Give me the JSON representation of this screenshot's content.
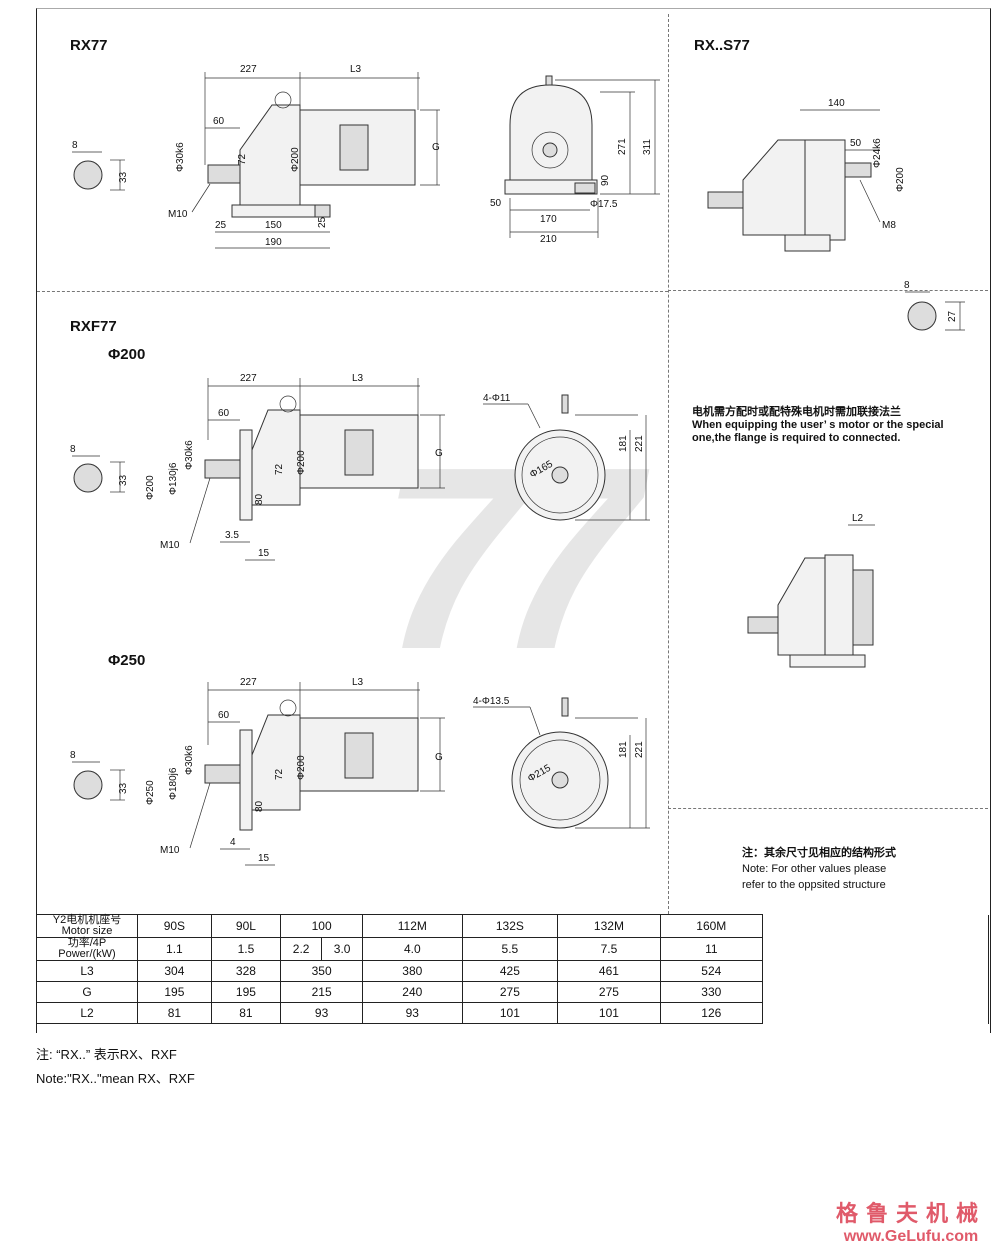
{
  "sections": {
    "rx77_title": "RX77",
    "rxs77_title": "RX..S77",
    "rxf77_title": "RXF77",
    "phi200": "Φ200",
    "phi250": "Φ250"
  },
  "rx77_dims": {
    "d227": "227",
    "l3": "L3",
    "d60": "60",
    "phi30k6": "Φ30k6",
    "d72": "72",
    "phi200": "Φ200",
    "g": "G",
    "d8": "8",
    "d33": "33",
    "m10": "M10",
    "d25a": "25",
    "d150": "150",
    "d25b": "25",
    "d190": "190",
    "d271": "271",
    "d311": "311",
    "d90": "90",
    "d50": "50",
    "d170": "170",
    "phi17_5": "Φ17.5",
    "d210": "210"
  },
  "rxs77_dims": {
    "d140": "140",
    "d50": "50",
    "phi24k6": "Φ24k6",
    "phi200": "Φ200",
    "m8": "M8",
    "d8": "8",
    "d27": "27",
    "l2": "L2"
  },
  "rxf200_dims": {
    "d227": "227",
    "l3": "L3",
    "d60": "60",
    "phi30k6": "Φ30k6",
    "phi200": "Φ200",
    "phi130j6": "Φ130j6",
    "d72": "72",
    "phi200b": "Φ200",
    "g": "G",
    "d8": "8",
    "d33": "33",
    "d80": "80",
    "m10": "M10",
    "d3_5": "3.5",
    "d15": "15",
    "holes": "4-Φ11",
    "d181": "181",
    "d221": "221",
    "phi165": "Φ165"
  },
  "rxf250_dims": {
    "d227": "227",
    "l3": "L3",
    "d60": "60",
    "phi30k6": "Φ30k6",
    "phi250": "Φ250",
    "phi180j6": "Φ180j6",
    "d72": "72",
    "phi200": "Φ200",
    "g": "G",
    "d8": "8",
    "d33": "33",
    "d80": "80",
    "m10": "M10",
    "d4": "4",
    "d15": "15",
    "holes": "4-Φ13.5",
    "d181": "181",
    "d221": "221",
    "phi215": "Φ215"
  },
  "notes": {
    "motor_cn": "电机需方配时或配特殊电机时需加联接法兰",
    "motor_en1": "When equipping the user’ s motor or the special",
    "motor_en2": "one,the flange is required to connected.",
    "other_cn": "注：其余尺寸见相应的结构形式",
    "other_en1": "Note: For other values please",
    "other_en2": "refer to the oppsited structure"
  },
  "watermark": "77",
  "table": {
    "row_motor_label_1": "Y2电机机座号",
    "row_motor_label_2": "Motor size",
    "row_power_label_1": "功率/4P",
    "row_power_label_2": "Power/(kW)",
    "motor_sizes": [
      "90S",
      "90L",
      "100",
      "112M",
      "132S",
      "132M",
      "160M"
    ],
    "power": [
      "1.1",
      "1.5",
      "2.2",
      "3.0",
      "4.0",
      "5.5",
      "7.5",
      "11"
    ],
    "rows": [
      {
        "label": "L3",
        "values": [
          "304",
          "328",
          "350",
          "380",
          "425",
          "461",
          "524"
        ]
      },
      {
        "label": "G",
        "values": [
          "195",
          "195",
          "215",
          "240",
          "275",
          "275",
          "330"
        ]
      },
      {
        "label": "L2",
        "values": [
          "81",
          "81",
          "93",
          "93",
          "101",
          "101",
          "126"
        ]
      }
    ]
  },
  "footnotes": {
    "cn": "注: “RX..” 表示RX、RXF",
    "en": "Note:\"RX..\"mean RX、RXF"
  },
  "logo": {
    "cn": "格鲁夫机械",
    "url": "www.GeLufu.com"
  }
}
